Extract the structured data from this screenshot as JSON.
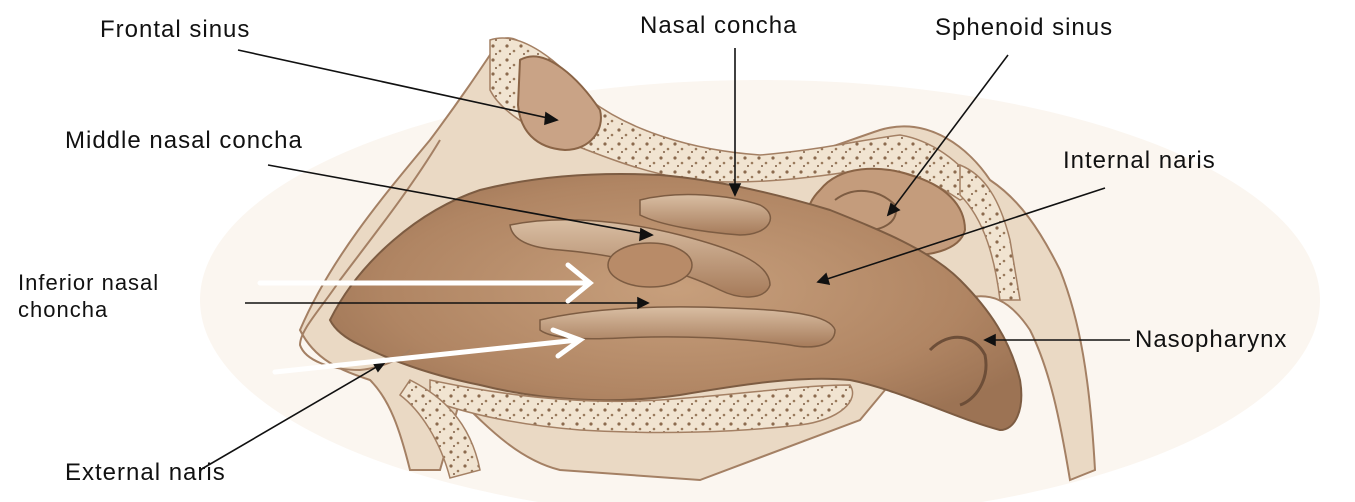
{
  "labels": {
    "frontal_sinus": "Frontal sinus",
    "nasal_concha": "Nasal concha",
    "sphenoid_sinus": "Sphenoid sinus",
    "middle_nasal_concha": "Middle nasal concha",
    "internal_naris": "Internal naris",
    "inferior_nasal_concha_line1": "Inferior nasal",
    "inferior_nasal_concha_line2": "chonchа",
    "nasopharynx": "Nasopharynx",
    "external_naris": "External naris"
  },
  "colors": {
    "tissue": "#b98f6c",
    "tissue_dark": "#8a6446",
    "tissue_light": "#d8bb9f",
    "bone": "#efe2cf",
    "bone_speckle": "#8b6a4e",
    "leader_line": "#111111",
    "highlight_arrow": "#ffffff"
  }
}
